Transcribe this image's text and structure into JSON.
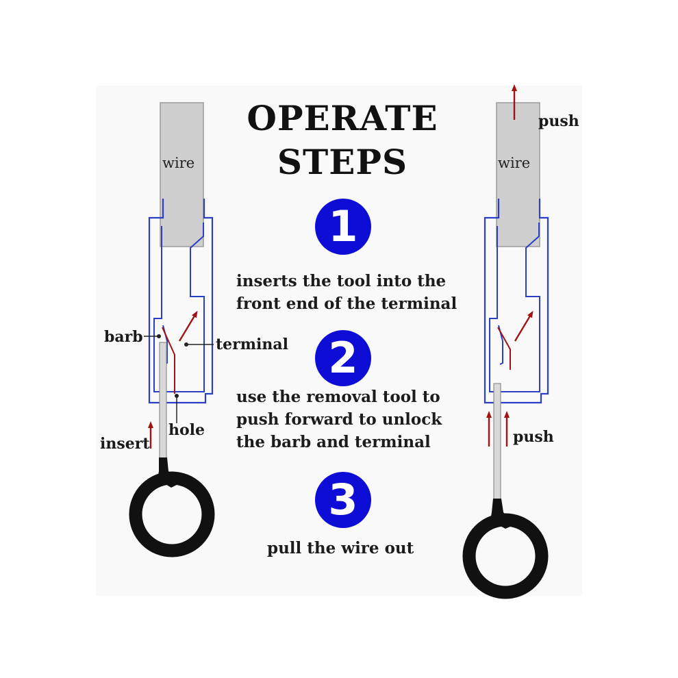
{
  "title": {
    "line1": "OPERATE",
    "line2": "STEPS"
  },
  "steps": [
    {
      "number": "1",
      "lines": [
        "inserts the tool into the",
        "front end of the terminal"
      ]
    },
    {
      "number": "2",
      "lines": [
        "use the removal tool to",
        "push forward to unlock",
        "the barb and terminal"
      ]
    },
    {
      "number": "3",
      "lines": [
        "pull the wire out"
      ]
    }
  ],
  "left_diagram": {
    "wire": "wire",
    "barb": "barb",
    "terminal": "terminal",
    "hole": "hole",
    "insert": "insert"
  },
  "right_diagram": {
    "wire": "wire",
    "push_top": "push",
    "push_bottom": "push"
  },
  "colors": {
    "outline": "#2b3fc6",
    "arrow": "#a31212",
    "badge": "#0d0dd6",
    "wire_fill": "#cfcfcf",
    "handle": "#111111"
  }
}
